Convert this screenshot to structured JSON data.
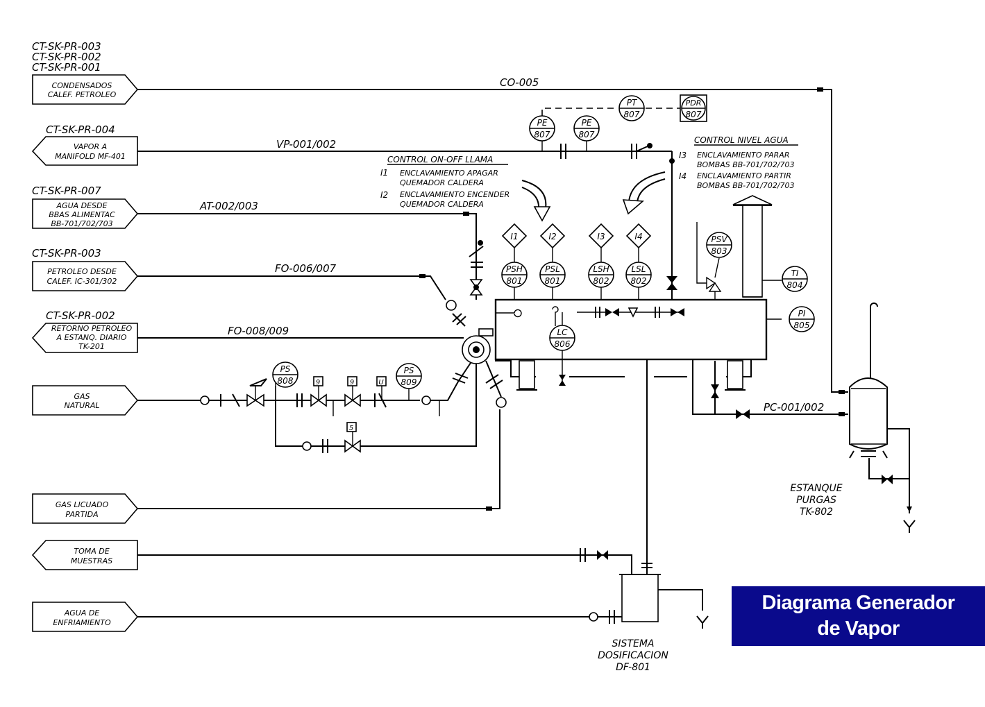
{
  "title": {
    "line1": "Diagrama Generador",
    "line2": "de Vapor"
  },
  "streams": [
    {
      "refs": [
        "CT-SK-PR-003",
        "CT-SK-PR-002",
        "CT-SK-PR-001"
      ],
      "label": [
        "CONDENSADOS",
        "CALEF. PETROLEO"
      ],
      "line": "CO-005"
    },
    {
      "refs": [
        "CT-SK-PR-004"
      ],
      "label": [
        "VAPOR A",
        "MANIFOLD MF-401"
      ],
      "line": "VP-001/002"
    },
    {
      "refs": [
        "CT-SK-PR-007"
      ],
      "label": [
        "AGUA DESDE",
        "BBAS ALIMENTAC",
        "BB-701/702/703"
      ],
      "line": "AT-002/003"
    },
    {
      "refs": [
        "CT-SK-PR-003"
      ],
      "label": [
        "PETROLEO DESDE",
        "CALEF. IC-301/302"
      ],
      "line": "FO-006/007"
    },
    {
      "refs": [
        "CT-SK-PR-002"
      ],
      "label": [
        "RETORNO PETROLEO",
        "A ESTANQ. DIARIO",
        "TK-201"
      ],
      "line": "FO-008/009"
    },
    {
      "refs": [],
      "label": [
        "GAS",
        "NATURAL"
      ],
      "line": ""
    },
    {
      "refs": [],
      "label": [
        "GAS LICUADO",
        "PARTIDA"
      ],
      "line": ""
    },
    {
      "refs": [],
      "label": [
        "TOMA DE",
        "MUESTRAS"
      ],
      "line": ""
    },
    {
      "refs": [],
      "label": [
        "AGUA DE",
        "ENFRIAMIENTO"
      ],
      "line": ""
    }
  ],
  "instruments": [
    {
      "tag": "PE",
      "num": "807"
    },
    {
      "tag": "PE",
      "num": "807"
    },
    {
      "tag": "PT",
      "num": "807"
    },
    {
      "tag": "PDR",
      "num": "807"
    },
    {
      "tag": "PSH",
      "num": "801"
    },
    {
      "tag": "PSL",
      "num": "801"
    },
    {
      "tag": "LSH",
      "num": "802"
    },
    {
      "tag": "LSL",
      "num": "802"
    },
    {
      "tag": "LC",
      "num": "806"
    },
    {
      "tag": "PSV",
      "num": "803"
    },
    {
      "tag": "TI",
      "num": "804"
    },
    {
      "tag": "PI",
      "num": "805"
    },
    {
      "tag": "PS",
      "num": "808"
    },
    {
      "tag": "PS",
      "num": "809"
    }
  ],
  "interlocks": [
    "I1",
    "I2",
    "I3",
    "I4"
  ],
  "small_tags": [
    "9",
    "9",
    "U",
    "5"
  ],
  "control_flame": {
    "title": "CONTROL ON-OFF LLAMA",
    "i1": "I1",
    "i1_lines": [
      "ENCLAVAMIENTO APAGAR",
      "QUEMADOR CALDERA"
    ],
    "i2": "I2",
    "i2_lines": [
      "ENCLAVAMIENTO ENCENDER",
      "QUEMADOR CALDERA"
    ]
  },
  "control_level": {
    "title": "CONTROL NIVEL AGUA",
    "i3": "I3",
    "i3_lines": [
      "ENCLAVAMIENTO PARAR",
      "BOMBAS BB-701/702/703"
    ],
    "i4": "I4",
    "i4_lines": [
      "ENCLAVAMIENTO PARTIR",
      "BOMBAS BB-701/702/703"
    ]
  },
  "pc_line": "PC-001/002",
  "purge_tank": [
    "ESTANQUE",
    "PURGAS",
    "TK-802"
  ],
  "dosing": [
    "SISTEMA",
    "DOSIFICACION",
    "DF-801"
  ]
}
